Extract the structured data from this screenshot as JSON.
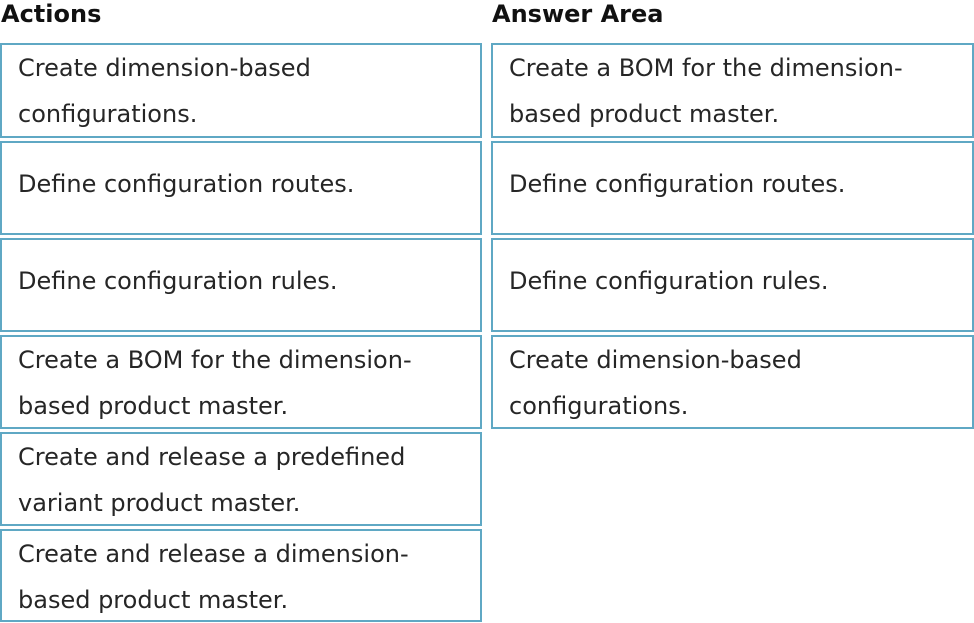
{
  "actions": {
    "heading": "Actions",
    "items": [
      {
        "label": "Create dimension-based\nconfigurations."
      },
      {
        "label": "Define configuration routes."
      },
      {
        "label": "Define configuration rules."
      },
      {
        "label": "Create a BOM for the dimension-\nbased product master."
      },
      {
        "label": "Create and release a predefined\nvariant product master."
      },
      {
        "label": "Create and release a dimension-\nbased product master."
      }
    ]
  },
  "answer_area": {
    "heading": "Answer Area",
    "items": [
      {
        "label": "Create a BOM for the dimension-\nbased product master."
      },
      {
        "label": "Define configuration routes."
      },
      {
        "label": "Define configuration rules."
      },
      {
        "label": "Create dimension-based\nconfigurations."
      }
    ]
  },
  "colors": {
    "box_border": "#5fa8c4",
    "text": "#262626",
    "heading": "#111111"
  }
}
